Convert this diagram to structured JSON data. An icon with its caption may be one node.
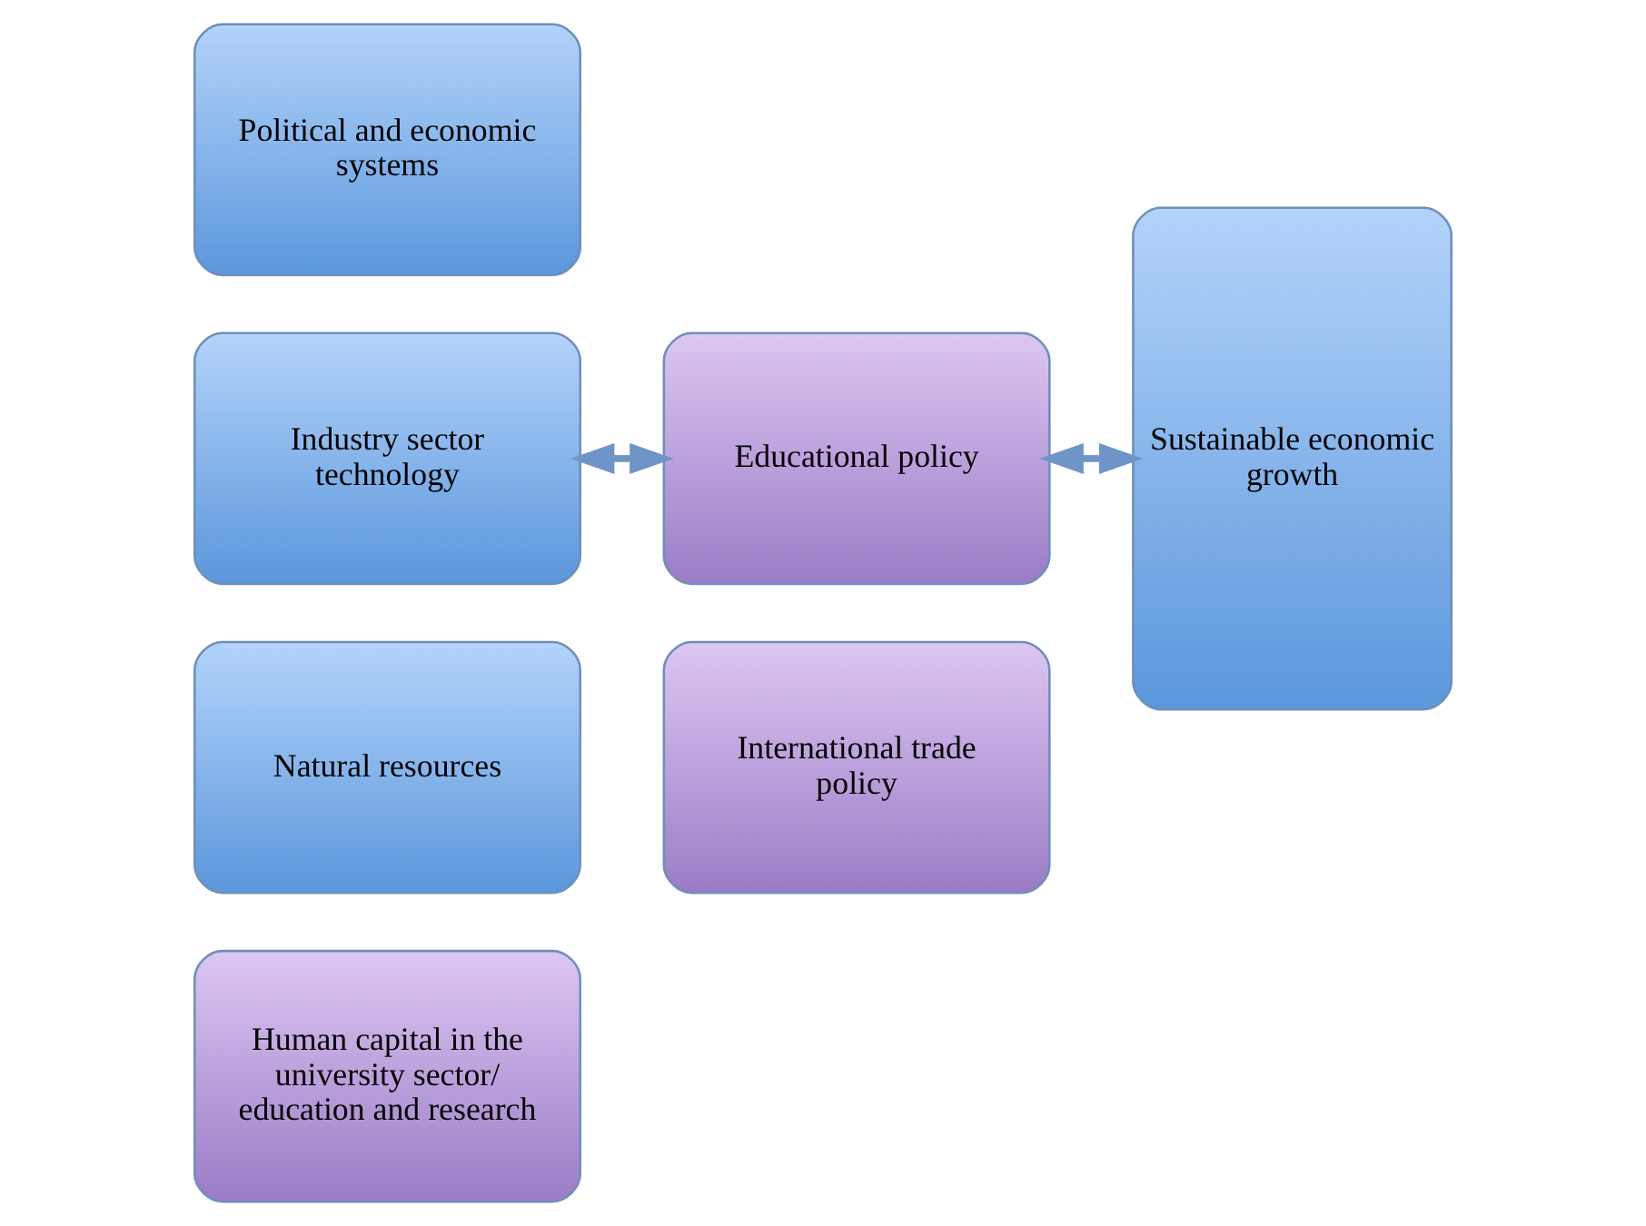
{
  "diagram": {
    "nodes": [
      {
        "text": [
          "Political and economic systems"
        ]
      },
      {
        "text": [
          "Industry sector technology"
        ]
      },
      {
        "text": [
          "Natural resources"
        ]
      },
      {
        "text": [
          "Human capital in the university sector/ education and research"
        ]
      },
      {
        "text": [
          "Educational policy"
        ]
      },
      {
        "text": [
          "International trade policy"
        ]
      },
      {
        "text": [
          "Sustainable economic growth"
        ]
      }
    ],
    "edges": [
      {
        "from": 1,
        "to": 4,
        "arrow": "both"
      },
      {
        "from": 4,
        "to": 6,
        "arrow": "both"
      }
    ]
  }
}
